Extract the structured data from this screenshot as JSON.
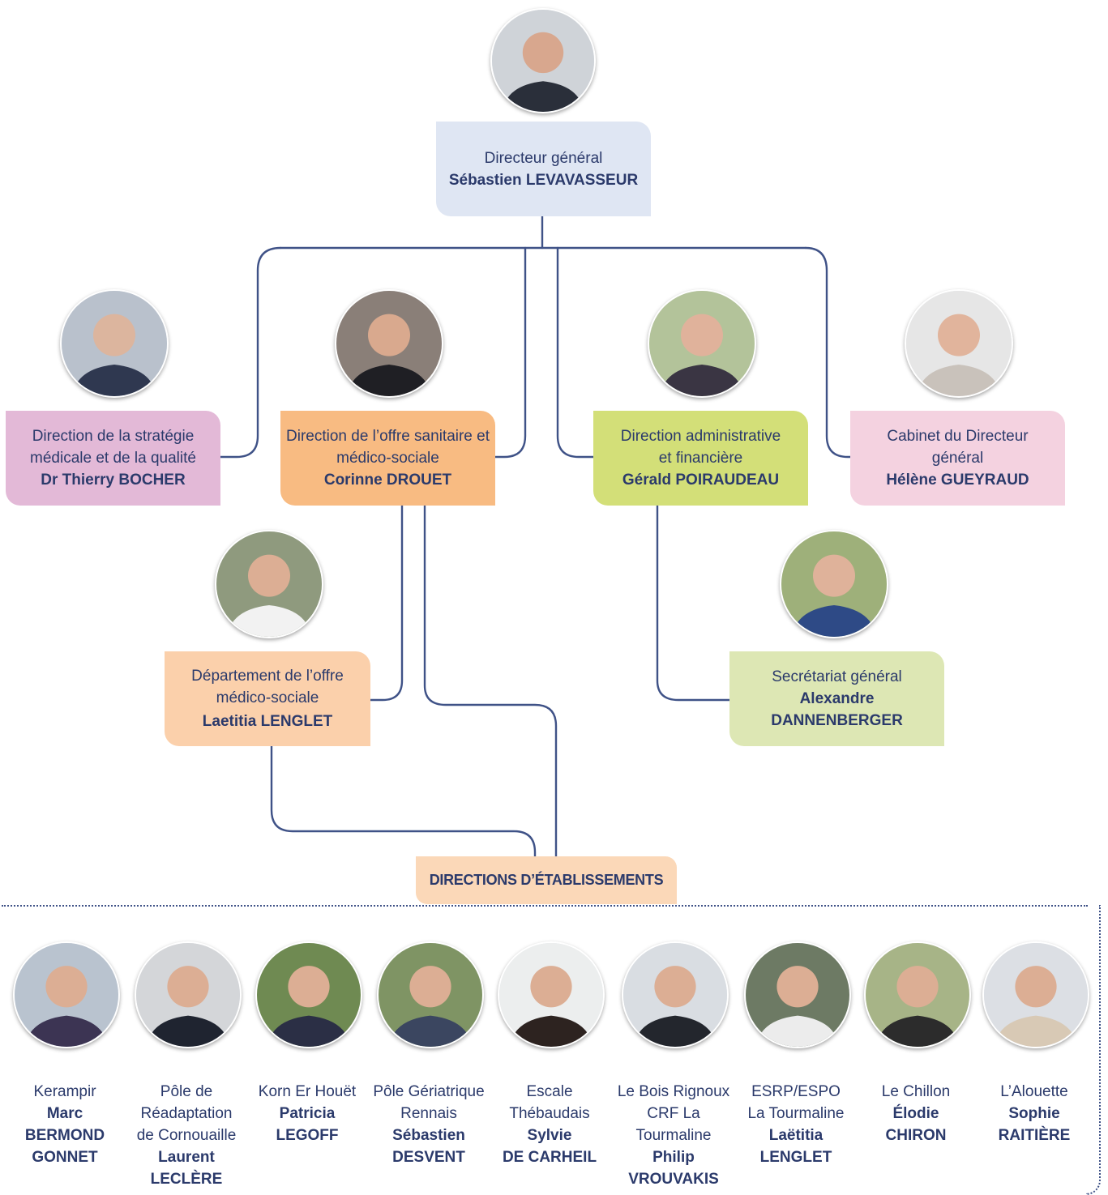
{
  "colors": {
    "line": "#3f5287",
    "text": "#2b3a6b",
    "dg_box": "#dfe6f3",
    "strategie_box": "#e3b9d7",
    "sanitaire_box": "#f8bb82",
    "medico_box": "#fbd0ab",
    "admin_box": "#d3df78",
    "secretariat_box": "#dde7b4",
    "cabinet_box": "#f4d2e0",
    "banner_box": "#fbd8b8"
  },
  "director_general": {
    "role": "Directeur général",
    "name": "Sébastien LEVAVASSEUR"
  },
  "strategie": {
    "role": "Direction de la stratégie médicale et de la qualité",
    "name": "Dr Thierry BOCHER"
  },
  "sanitaire": {
    "role": "Direction de l’offre sanitaire et médico-sociale",
    "name": "Corinne DROUET"
  },
  "admin": {
    "role": "Direction administrative et financière",
    "name": "Gérald POIRAUDEAU"
  },
  "cabinet": {
    "role": "Cabinet du Directeur général",
    "name": "Hélène GUEYRAUD"
  },
  "medico": {
    "role": "Département de l’offre médico-sociale",
    "name": "Laetitia LENGLET"
  },
  "secretariat": {
    "role": "Secrétariat général",
    "name": "Alexandre DANNENBERGER"
  },
  "banner": {
    "label": "DIRECTIONS D’ÉTABLISSEMENTS"
  },
  "establishments": [
    {
      "place": "Kerampir",
      "person": "Marc\nBERMOND\nGONNET"
    },
    {
      "place": "Pôle de\nRéadaptation\nde Cornouaille",
      "person": "Laurent\nLECLÈRE"
    },
    {
      "place": "Korn Er Houët",
      "person": "Patricia\nLEGOFF"
    },
    {
      "place": "Pôle Gériatrique\nRennais",
      "person": "Sébastien\nDESVENT"
    },
    {
      "place": "Escale\nThébaudais",
      "person": "Sylvie\nDE CARHEIL"
    },
    {
      "place": "Le Bois Rignoux\nCRF La\nTourmaline",
      "person": "Philip\nVROUVAKIS"
    },
    {
      "place": "ESRP/ESPO\nLa Tourmaline",
      "person": "Laëtitia\nLENGLET"
    },
    {
      "place": "Le Chillon",
      "person": "Élodie\nCHIRON"
    },
    {
      "place": "L’Alouette",
      "person": "Sophie\nRAITIÈRE"
    }
  ]
}
